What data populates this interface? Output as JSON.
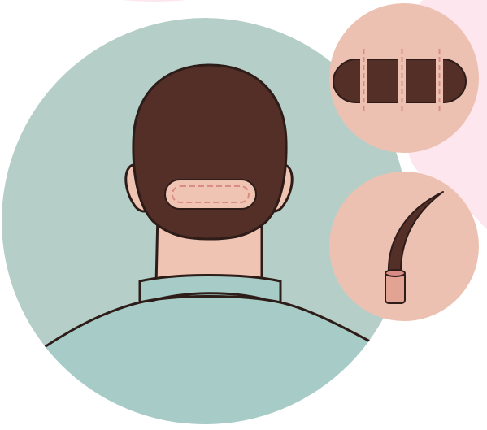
{
  "illustration": {
    "subject": "hair-transplant-strip-harvesting",
    "colors": {
      "decor_pink": "#fde6ee",
      "main_circle": "#b5cfc8",
      "skin": "#efc4b3",
      "hair": "#532f28",
      "outline": "#2e1c19",
      "shirt": "#a7ccc7",
      "incision": "#d98b86",
      "inset_circle": "#ecc1b1"
    },
    "icons": [
      "back-of-head",
      "donor-strip-scar",
      "strip-sections-inset",
      "hair-graft-inset"
    ]
  }
}
